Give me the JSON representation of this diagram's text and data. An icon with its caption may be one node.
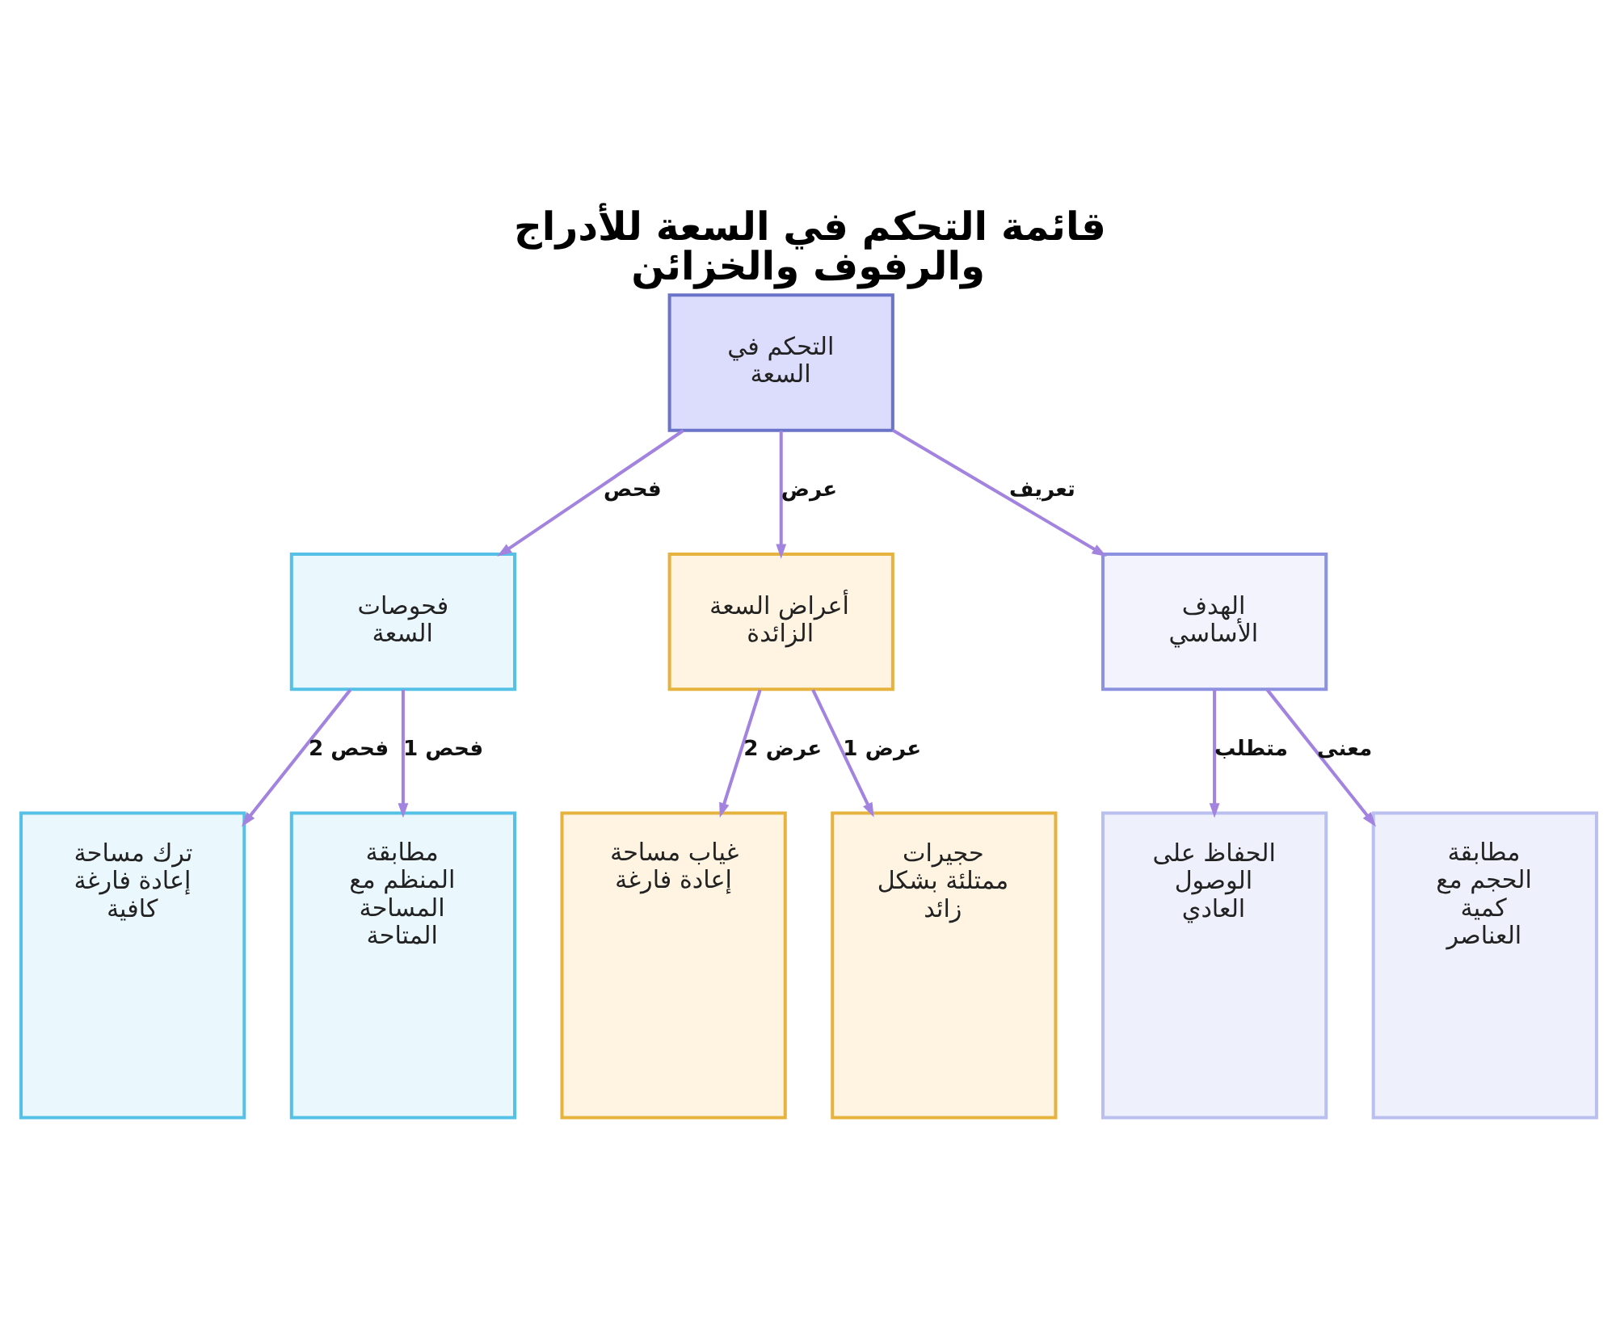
{
  "diagram": {
    "title": "قائمة التحكم في السعة للأدراج والرفوف والخزائن",
    "nodes": [
      {
        "text": [
          "التحكم في السعة"
        ]
      },
      {
        "text": [
          "فحوصات السعة"
        ]
      },
      {
        "text": [
          "أعراض السعة الزائدة"
        ]
      },
      {
        "text": [
          "الهدف الأساسي"
        ]
      },
      {
        "text": [
          "ترك مساحة إعادة فارغة كافية"
        ]
      },
      {
        "text": [
          "مطابقة المنظم مع المساحة المتاحة"
        ]
      },
      {
        "text": [
          "غياب مساحة إعادة فارغة"
        ]
      },
      {
        "text": [
          "حجيرات ممتلئة بشكل زائد"
        ]
      },
      {
        "text": [
          "الحفاظ على الوصول العادي"
        ]
      },
      {
        "text": [
          "مطابقة الحجم مع كمية العناصر"
        ]
      }
    ],
    "edges": [
      {
        "from": 0,
        "to": 1,
        "arrow": "to",
        "label": "فحص"
      },
      {
        "from": 0,
        "to": 2,
        "arrow": "to",
        "label": "عرض"
      },
      {
        "from": 0,
        "to": 3,
        "arrow": "to",
        "label": "تعريف"
      },
      {
        "from": 1,
        "to": 4,
        "arrow": "to",
        "label": "فحص 2"
      },
      {
        "from": 1,
        "to": 5,
        "arrow": "to",
        "label": "فحص 1"
      },
      {
        "from": 2,
        "to": 6,
        "arrow": "to",
        "label": "عرض 2"
      },
      {
        "from": 2,
        "to": 7,
        "arrow": "to",
        "label": "عرض 1"
      },
      {
        "from": 3,
        "to": 8,
        "arrow": "to",
        "label": "متطلب"
      },
      {
        "from": 3,
        "to": 9,
        "arrow": "to",
        "label": "معنى"
      }
    ]
  }
}
